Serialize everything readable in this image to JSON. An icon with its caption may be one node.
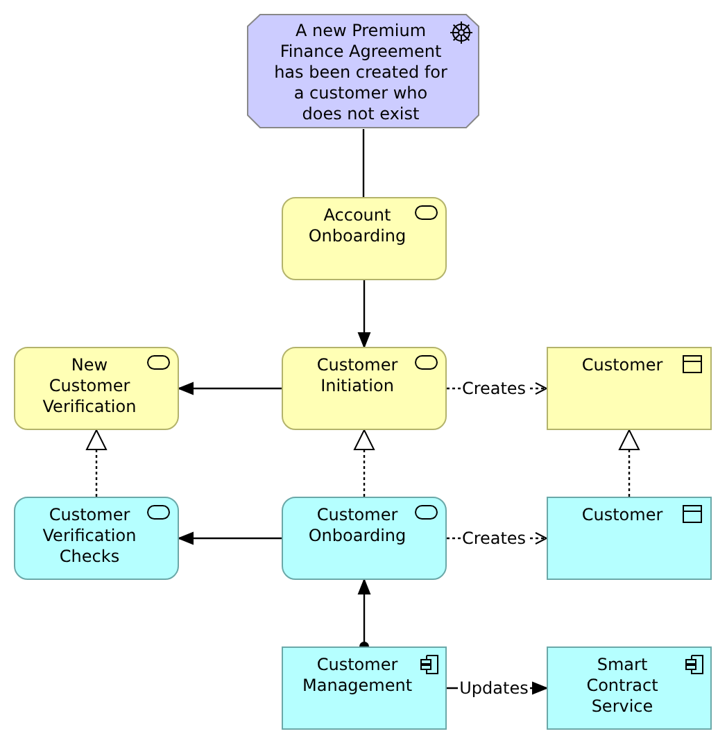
{
  "diagram": {
    "nodes": [
      {
        "text": [
          "A new Premium Finance Agreement has been created for a customer who does not exist"
        ]
      },
      {
        "text": [
          "Account Onboarding"
        ]
      },
      {
        "text": [
          "New Customer Verification"
        ]
      },
      {
        "text": [
          "Customer Initiation"
        ]
      },
      {
        "text": [
          "Customer"
        ]
      },
      {
        "text": [
          "Customer Verification Checks"
        ]
      },
      {
        "text": [
          "Customer Onboarding"
        ]
      },
      {
        "text": [
          "Customer"
        ]
      },
      {
        "text": [
          "Customer Management"
        ]
      },
      {
        "text": [
          "Smart Contract Service"
        ]
      }
    ],
    "edges": [
      {
        "from": 0,
        "to": 1,
        "arrow": "none"
      },
      {
        "from": 1,
        "to": 3,
        "arrow": "to"
      },
      {
        "from": 3,
        "to": 2,
        "arrow": "to"
      },
      {
        "from": 3,
        "to": 4,
        "arrow": "to",
        "label": "Creates",
        "style": "dashed"
      },
      {
        "from": 5,
        "to": 2,
        "arrow": "to",
        "style": "dashed"
      },
      {
        "from": 6,
        "to": 3,
        "arrow": "to",
        "style": "dashed"
      },
      {
        "from": 6,
        "to": 5,
        "arrow": "to"
      },
      {
        "from": 6,
        "to": 7,
        "arrow": "to",
        "label": "Creates",
        "style": "dashed"
      },
      {
        "from": 7,
        "to": 4,
        "arrow": "to",
        "style": "dashed"
      },
      {
        "from": 8,
        "to": 6,
        "arrow": "to"
      },
      {
        "from": 8,
        "to": 9,
        "arrow": "to",
        "label": "Updates"
      }
    ]
  }
}
